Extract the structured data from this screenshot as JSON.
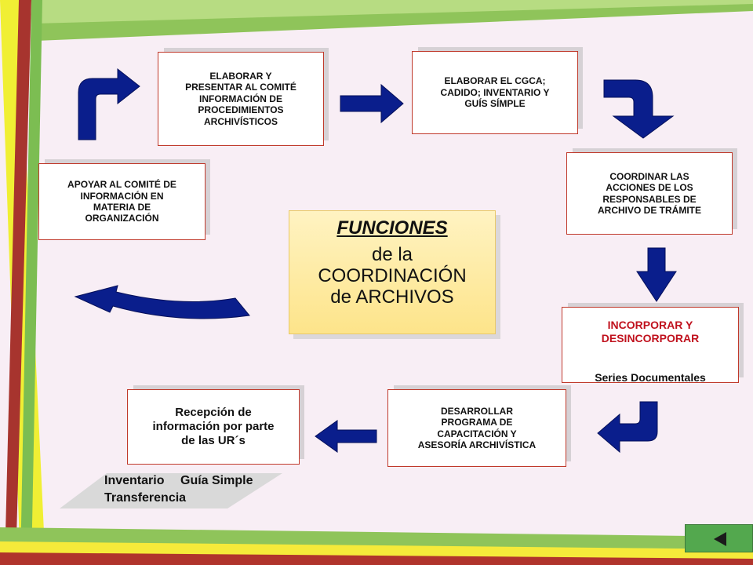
{
  "colors": {
    "arrow": "#0a1e8c",
    "box_border": "#c0392b",
    "highlight_text": "#c0111d",
    "center_fill": "#fde48a",
    "nav_button": "#53a84e"
  },
  "center": {
    "title": "FUNCIONES",
    "subtitle": "de la\nCOORDINACIÓN\nde ARCHIVOS"
  },
  "boxes": {
    "elaborar_presentar": "ELABORAR Y\nPRESENTAR AL COMITÉ\nINFORMACIÓN DE\nPROCEDIMIENTOS\nARCHIVÍSTICOS",
    "elaborar_cgca": "ELABORAR EL CGCA;\nCADIDO; INVENTARIO Y\nGUÍS SÍMPLE",
    "coordinar": "COORDINAR LAS\nACCIONES DE LOS\nRESPONSABLES DE\nARCHIVO DE TRÁMITE",
    "incorporar_highlight": "INCORPORAR Y\nDESINCORPORAR",
    "incorporar_rest": "Series Documentales",
    "desarrollar": "DESARROLLAR\nPROGRAMA DE\nCAPACITACIÓN Y\nASESORÍA ARCHIVÍSTICA",
    "recepcion": "Recepción de\ninformación por parte\nde las UR´s",
    "apoyar": "APOYAR AL COMITÉ DE\nINFORMACIÓN EN\nMATERIA DE\nORGANIZACIÓN"
  },
  "notes": {
    "inventario": "Inventario",
    "guia_simple": "Guía Simple",
    "transferencia": "Transferencia"
  },
  "nav": {
    "icon": "triangle-left-icon"
  }
}
